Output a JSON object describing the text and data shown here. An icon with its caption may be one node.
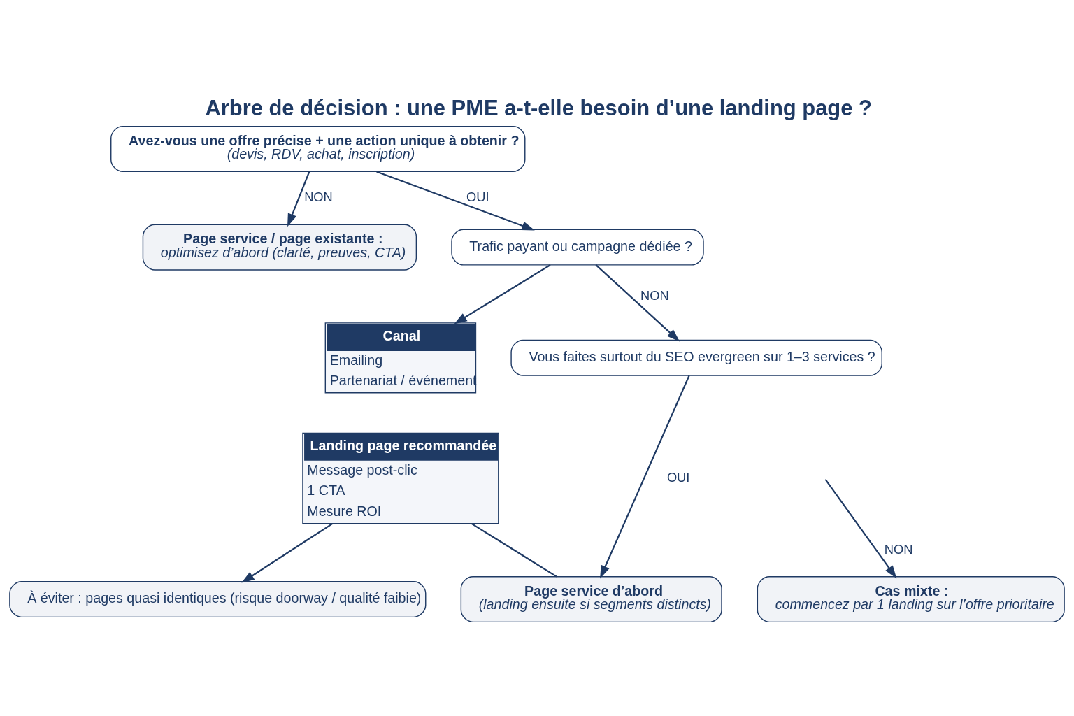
{
  "diagram": {
    "title": "Arbre de décision : une PME a-t-elle besoin d’une landing page ?",
    "nodes": [
      {
        "text": [
          "Avez-vous une offre précise + une action unique à obtenir ?",
          "(devis, RDV, achat, inscription)"
        ]
      },
      {
        "text": [
          "Page service / page existante :",
          "optimisez d’abord (clarté, preuves, CTA)"
        ]
      },
      {
        "text": [
          "Trafic payant ou campagne dédiée ?"
        ]
      },
      {
        "text": [
          "Canal",
          "Emailing",
          "Partenariat / événement"
        ]
      },
      {
        "text": [
          "Landing page recommandée",
          "Message post-clic",
          "1 CTA",
          "Mesure ROI"
        ]
      },
      {
        "text": [
          "Vous faites surtout du SEO evergreen sur 1–3 services ?"
        ]
      },
      {
        "text": [
          "Page service d’abord",
          "(landing ensuite si segments distincts)"
        ]
      },
      {
        "text": [
          "Cas mixte :",
          "commencez par 1 landing sur l’offre prioritaire"
        ]
      },
      {
        "text": [
          "À éviter : pages quasi identiques (risque doorway / qualité faibie)"
        ]
      }
    ],
    "edges": [
      {
        "from": 0,
        "to": 1,
        "arrow": "to",
        "label": "NON"
      },
      {
        "from": 0,
        "to": 2,
        "arrow": "to",
        "label": "OUI"
      },
      {
        "from": 2,
        "to": 5,
        "arrow": "to",
        "label": "NON"
      },
      {
        "from": 2,
        "to": 3,
        "arrow": "to"
      },
      {
        "from": 4,
        "to": 6,
        "arrow": "none"
      },
      {
        "from": 5,
        "to": 6,
        "arrow": "to",
        "label": "OUI"
      },
      {
        "from": null,
        "to": 7,
        "arrow": "to",
        "label": "NON"
      },
      {
        "from": 4,
        "to": 8,
        "arrow": "to"
      }
    ]
  }
}
